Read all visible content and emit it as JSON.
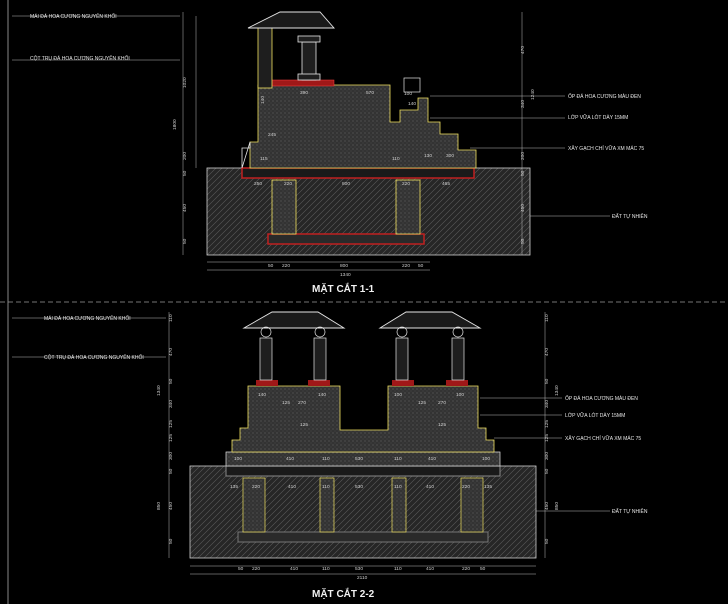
{
  "section1": {
    "title": "MẶT CẮT 1-1",
    "left_labels": [
      "MÁI ĐÁ HOA CƯƠNG NGUYÊN KHỐI",
      "CỘT TRỤ ĐÁ HOA CƯƠNG NGUYÊN KHỐI"
    ],
    "right_labels": [
      "ỐP ĐÁ HOA CƯƠNG MÀU ĐEN",
      "LỚP VỮA LÓT DÀY 15MM",
      "XÂY GẠCH CHỈ VỮA XM MÁC 75",
      "ĐẤT TỰ NHIÊN"
    ],
    "bottom_dims": [
      "50",
      "220",
      "800",
      "220",
      "50"
    ],
    "total_dim": "1340",
    "upper_dims": [
      "250",
      "220",
      "800",
      "220",
      "465"
    ],
    "left_vert_dims": [
      "1020",
      "1800",
      "200",
      "50",
      "450",
      "50"
    ],
    "right_vert_dims": [
      "470",
      "1240",
      "340",
      "200",
      "50",
      "450",
      "50"
    ],
    "inner_dims": [
      "390",
      "570",
      "100",
      "140",
      "140",
      "245",
      "115",
      "110",
      "130",
      "300"
    ]
  },
  "section2": {
    "title": "MẶT CẮT 2-2",
    "left_labels": [
      "MÁI ĐÁ HOA CƯƠNG NGUYÊN KHỐI",
      "CỘT TRỤ ĐÁ HOA CƯƠNG NGUYÊN KHỐI"
    ],
    "right_labels": [
      "ỐP ĐÁ HOA CƯƠNG MÀU ĐEN",
      "LỚP VỮA LÓT DÀY 15MM",
      "XÂY GẠCH CHỈ VỮA XM MÁC 75",
      "ĐẤT TỰ NHIÊN"
    ],
    "bottom_dims": [
      "50",
      "220",
      "410",
      "110",
      "530",
      "110",
      "410",
      "220",
      "50"
    ],
    "total_dim": "2110",
    "upper_dims": [
      "135",
      "220",
      "410",
      "110",
      "530",
      "110",
      "410",
      "220",
      "135"
    ],
    "left_vert_dims": [
      "110",
      "470",
      "50",
      "1340",
      "340",
      "125",
      "125",
      "300",
      "50",
      "850",
      "450",
      "50"
    ],
    "right_vert_dims": [
      "110",
      "470",
      "50",
      "1340",
      "340",
      "125",
      "125",
      "300",
      "50",
      "850",
      "450",
      "50"
    ],
    "inner_dims": [
      "140",
      "125",
      "270",
      "125",
      "140",
      "100",
      "125",
      "270",
      "125",
      "100",
      "100",
      "410",
      "110",
      "530",
      "110",
      "410",
      "100"
    ]
  },
  "colors": {
    "background": "#000000",
    "stone_fill": "#3a3a3a",
    "hatch": "#6b6b6b",
    "beam_red": "#a01818",
    "outline_yellow": "#f0e060",
    "outline_white": "#e6e6e6",
    "divider": "#9a9a9a"
  }
}
